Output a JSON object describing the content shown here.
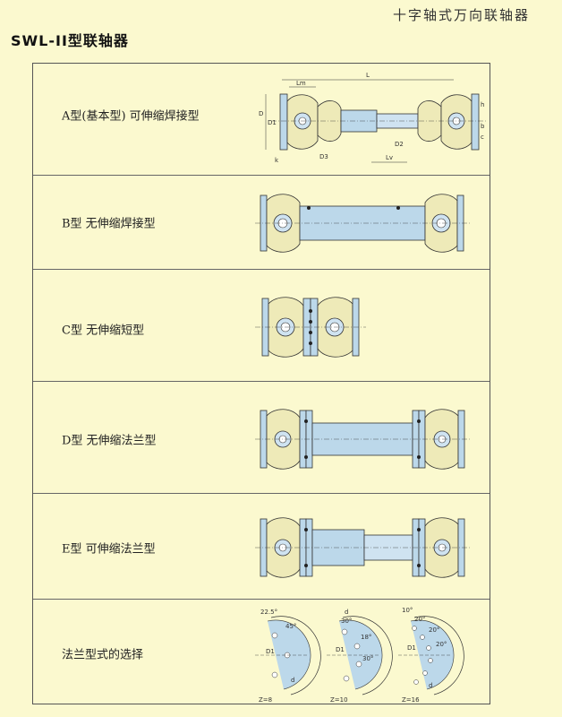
{
  "header": {
    "top_right": "十字轴式万向联轴器",
    "title": "SWL-II型联轴器"
  },
  "rows": [
    {
      "label": "A型(基本型) 可伸缩焊接型"
    },
    {
      "label": "B型  无伸缩焊接型"
    },
    {
      "label": "C型  无伸缩短型"
    },
    {
      "label": "D型  无伸缩法兰型"
    },
    {
      "label": "E型  可伸缩法兰型"
    },
    {
      "label": "法兰型式的选择"
    }
  ],
  "dims_a": {
    "L": "L",
    "Lm": "Lm",
    "Lv": "Lv",
    "D": "D",
    "D1": "D1",
    "D2": "D2",
    "D3": "D3",
    "b": "b",
    "h": "h",
    "c": "c",
    "k": "k"
  },
  "flange_options": [
    {
      "caption": "Z=8",
      "angles": [
        "22.5°",
        "45°"
      ],
      "d": "d",
      "D1": "D1"
    },
    {
      "caption": "Z=10",
      "angles": [
        "30°",
        "18°",
        "30°"
      ],
      "d": "d",
      "D1": "D1"
    },
    {
      "caption": "Z=16",
      "angles": [
        "10°",
        "20°",
        "20°",
        "20°"
      ],
      "d": "d",
      "D1": "D1"
    }
  ]
}
